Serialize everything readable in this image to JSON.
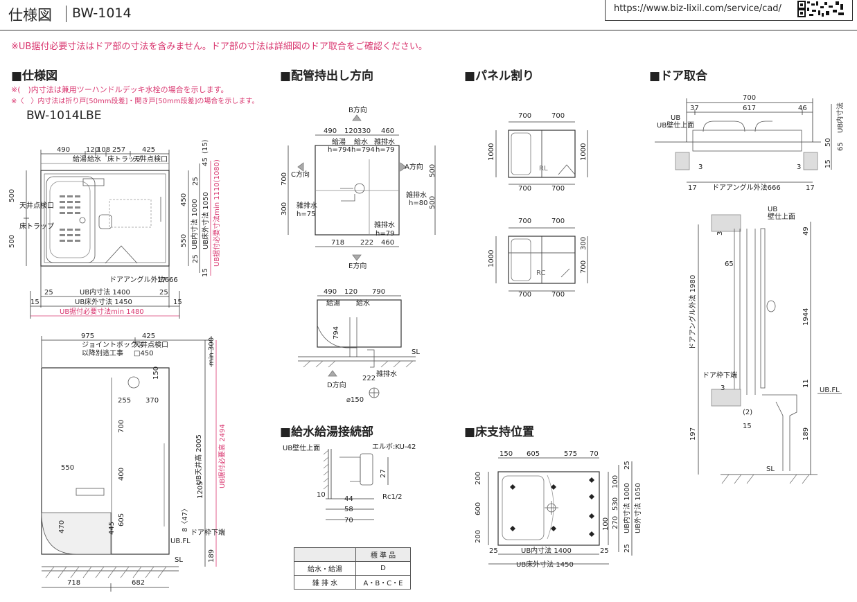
{
  "header": {
    "title": "仕様図",
    "model": "BW-1014",
    "url": "https://www.biz-lixil.com/service/cad/"
  },
  "notice": "※UB据付必要寸法はドア部の寸法を含みません。ドア部の寸法は詳細図のドア取合をご確認ください。",
  "spec": {
    "heading": "■仕様図",
    "note1": "※(　)内寸法は兼用ツーハンドルデッキ水栓の場合を示します。",
    "note2": "※〈　〉内寸法は折り戸[50mm段差]・開き戸[50mm段差]の場合を示します。",
    "model": "BW-1014LBE",
    "plan": {
      "top_dims": [
        "490",
        "120",
        "108",
        "257",
        "425"
      ],
      "labels": [
        "給湯",
        "給水",
        "床トラップ",
        "天井点検口"
      ],
      "left_dims": [
        "500",
        "500"
      ],
      "left_labels": [
        "天井点検口",
        "床トラップ"
      ],
      "right_dims": [
        "45",
        "(15)",
        "25",
        "450",
        "550",
        "25",
        "15"
      ],
      "inner_dims": [
        "UB内寸法 1000",
        "UB床外寸法 1050",
        "UB据付必要寸法min 1110(1080)"
      ],
      "door_angle": "ドアアングル外法666",
      "door_17": "17",
      "bottom_25l": "25",
      "bottom_25r": "25",
      "bottom_15l": "15",
      "bottom_15r": "15",
      "ub_inner": "UB内寸法 1400",
      "ub_floor": "UB床外寸法 1450",
      "ub_install": "UB据付必要寸法min 1480"
    },
    "elev": {
      "top_dims": [
        "975",
        "425"
      ],
      "jb": "ジョイントボックス",
      "jb2": "以降別途工事",
      "ceil": "天井点検口",
      "ceil2": "□450",
      "min300": "min 300",
      "d150": "150",
      "d255": "255",
      "d370": "370",
      "d700": "700",
      "d550": "550",
      "d400": "400",
      "d1205": "1205",
      "d605": "605",
      "d445": "445",
      "d470": "470",
      "d8": "8〈47〉",
      "door_frame": "ドア枠下端",
      "ubfl": "UB.FL",
      "sl": "SL",
      "d189": "189",
      "ceil_h": "UB天井高 2005",
      "install_h": "UB据付必要高 2494",
      "bottom": [
        "718",
        "682"
      ]
    }
  },
  "piping": {
    "heading": "■配管持出し方向",
    "b_dir": "B方向",
    "c_dir": "C方向",
    "a_dir": "A方向",
    "d_dir": "D方向",
    "e_dir": "E方向",
    "top_dims": [
      "490",
      "120",
      "330",
      "460"
    ],
    "hot": "給湯",
    "hot_h": "h=794",
    "cold": "給水",
    "cold_h": "h=794",
    "drain": "雑排水",
    "drain_h79": "h=79",
    "drain_h80": "h=80",
    "drain_h75": "h=75",
    "left_dims": [
      "700",
      "300"
    ],
    "right_dims": [
      "500",
      "500"
    ],
    "bottom_dims": [
      "718",
      "222",
      "460"
    ],
    "sec2_dims": [
      "490",
      "120",
      "790"
    ],
    "d794": "794",
    "d222": "222",
    "phi150": "⌀150",
    "sl": "SL"
  },
  "supply": {
    "heading": "■給水給湯接続部",
    "wall": "UB壁仕上面",
    "elbow": "エルボ:KU-42",
    "d27": "27",
    "rc": "Rc1/2",
    "d10": "10",
    "d44": "44",
    "d58": "58",
    "d70": "70",
    "table": {
      "header": [
        "",
        "標 準 品"
      ],
      "rows": [
        [
          "給水・給湯",
          "D"
        ],
        [
          "雑 排 水",
          "A・B・C・E"
        ]
      ]
    }
  },
  "panel": {
    "heading": "■パネル割り",
    "rl": {
      "top": [
        "700",
        "700"
      ],
      "left": "1000",
      "right": "1000",
      "bottom": [
        "700",
        "700"
      ],
      "label": "RL"
    },
    "rc": {
      "top": [
        "700",
        "700"
      ],
      "left": "1000",
      "right": [
        "300",
        "700"
      ],
      "bottom": [
        "700",
        "700"
      ],
      "label": "RC"
    }
  },
  "floor": {
    "heading": "■床支持位置",
    "top_dims": [
      "150",
      "605",
      "575",
      "70"
    ],
    "left_dims": [
      "200",
      "600",
      "200"
    ],
    "right_dims": [
      "25",
      "100",
      "530",
      "270",
      "100",
      "25"
    ],
    "right_labels": [
      "UB内寸法 1000",
      "UB外寸法 1050"
    ],
    "bottom_inner": "UB内寸法 1400",
    "bottom_outer": "UB床外寸法 1450",
    "d25l": "25",
    "d25r": "25"
  },
  "door": {
    "heading": "■ドア取合",
    "top": "700",
    "sub": [
      "37",
      "617",
      "46"
    ],
    "ub_wall": "UB壁仕上面",
    "ub_inner": "UB内寸法",
    "d50": "50",
    "d65": "65",
    "d15": "15",
    "d3l": "3",
    "d3r": "3",
    "d17l": "17",
    "d17r": "17",
    "angle": "ドアアングル外法666",
    "side": {
      "ub": "UB",
      "wall": "壁仕上面",
      "d49": "49",
      "d3": "3",
      "d65": "65",
      "d1944": "1944",
      "angle_h": "ドアアングル外法 1980",
      "frame": "ドア枠下端",
      "d3b": "3",
      "d11": "11",
      "d2": "(2)",
      "d15": "15",
      "ubfl": "UB.FL",
      "d197": "197",
      "d189": "189",
      "sl": "SL"
    }
  }
}
